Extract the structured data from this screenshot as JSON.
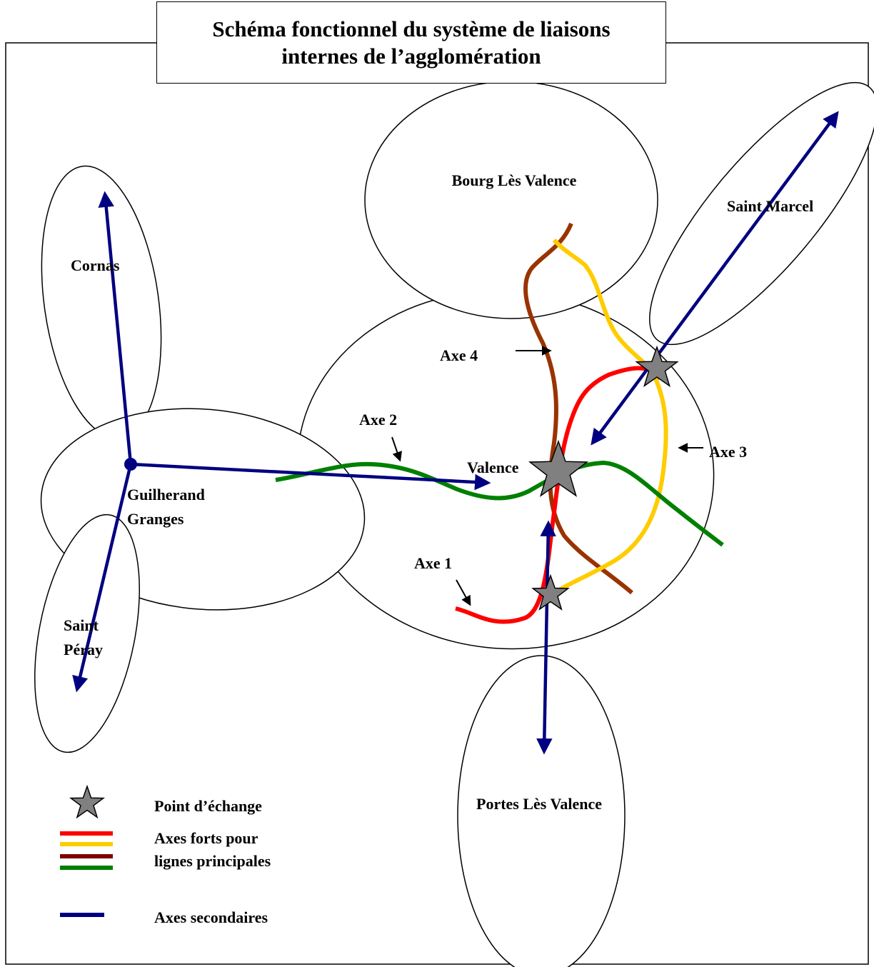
{
  "title": {
    "line1": "Schéma fonctionnel du système de liaisons",
    "line2": "internes de l’agglomération"
  },
  "zones": {
    "bourg": "Bourg Lès Valence",
    "saint_marcel": "Saint Marcel",
    "cornas": "Cornas",
    "guilherand_line1": "Guilherand",
    "guilherand_line2": "Granges",
    "valence": "Valence",
    "saint_peray_line1": "Saint",
    "saint_peray_line2": "Péray",
    "portes": "Portes Lès Valence"
  },
  "axes": {
    "axe1": "Axe 1",
    "axe2": "Axe 2",
    "axe3": "Axe 3",
    "axe4": "Axe 4"
  },
  "legend": {
    "exchange_point": "Point d’échange",
    "strong_axes_line1": "Axes forts pour",
    "strong_axes_line2": "lignes principales",
    "secondary_axes": "Axes secondaires"
  },
  "colors": {
    "axe1": "#ff0000",
    "axe2": "#008000",
    "axe3": "#ffcc00",
    "axe4": "#993300",
    "axe4_legend": "#800000",
    "secondary": "#000080",
    "star": "#808080"
  }
}
